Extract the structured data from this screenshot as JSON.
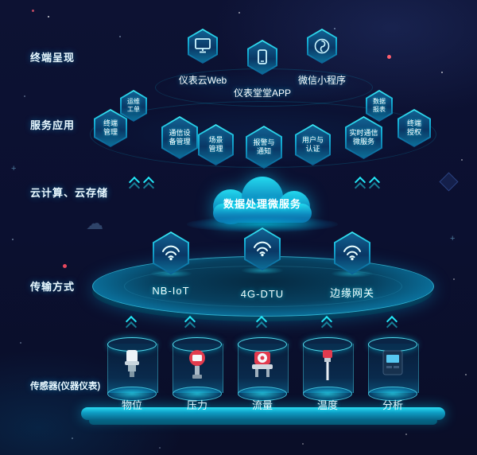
{
  "colors": {
    "accent": "#16e0f0",
    "background": "#0b1030",
    "alert_dot": "#ff5f6e"
  },
  "layer_labels": {
    "terminal": "终端呈现",
    "services": "服务应用",
    "cloud": "云计算、云存储",
    "transport": "传输方式",
    "sensors": "传感器(仪器仪表)"
  },
  "terminal": {
    "items": [
      {
        "label": "仪表云Web",
        "icon": "monitor-icon"
      },
      {
        "label": "仪表堂堂APP",
        "icon": "mobile-phone-icon"
      },
      {
        "label": "微信小程序",
        "icon": "wechat-miniprogram-icon"
      }
    ]
  },
  "services": {
    "items": [
      {
        "label": "运维\n工单"
      },
      {
        "label": "终端\n管理"
      },
      {
        "label": "通信设\n备管理"
      },
      {
        "label": "场景\n管理"
      },
      {
        "label": "报警与\n通知"
      },
      {
        "label": "用户与\n认证"
      },
      {
        "label": "实时通信\n微服务"
      },
      {
        "label": "终端\n授权"
      },
      {
        "label": "数据\n报表"
      }
    ]
  },
  "cloud": {
    "service": "数据处理微服务"
  },
  "transport": {
    "items": [
      {
        "label": "NB-IoT",
        "icon": "wifi-icon"
      },
      {
        "label": "4G-DTU",
        "icon": "wifi-icon"
      },
      {
        "label": "边缘网关",
        "icon": "wifi-icon"
      }
    ]
  },
  "sensors": {
    "items": [
      {
        "label": "物位",
        "icon": "level-sensor-illustration"
      },
      {
        "label": "压力",
        "icon": "pressure-transmitter-illustration"
      },
      {
        "label": "流量",
        "icon": "flow-meter-illustration"
      },
      {
        "label": "温度",
        "icon": "temperature-probe-illustration"
      },
      {
        "label": "分析",
        "icon": "analyzer-illustration"
      }
    ]
  }
}
